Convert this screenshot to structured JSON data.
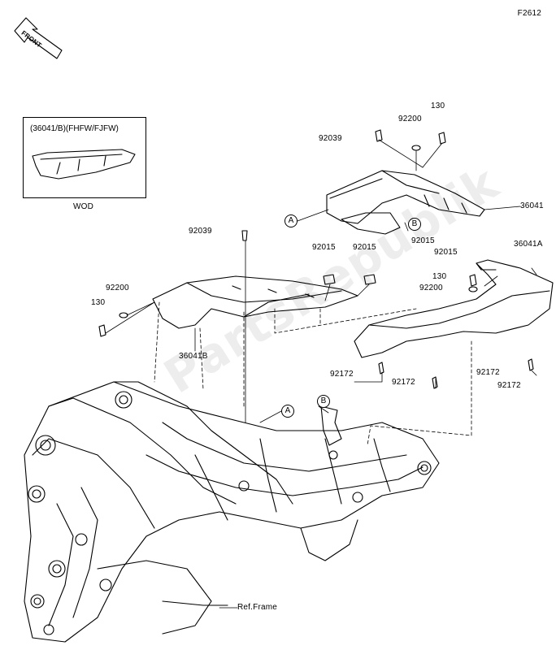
{
  "figure_code": "F2612",
  "front_badge": "FRONT",
  "inset": {
    "title": "(36041/B)(FHFW/FJFW)",
    "footer": "WOD"
  },
  "watermark": "PartsRepublik",
  "callouts": {
    "a1": "A",
    "a2": "A",
    "b1": "B",
    "b2": "B"
  },
  "labels": {
    "p130_top": "130",
    "p92200_top": "92200",
    "p92039_top": "92039",
    "p36041": "36041",
    "p92015_r1": "92015",
    "p92015_r2": "92015",
    "p92039_mid": "92039",
    "p92015_m1": "92015",
    "p92015_m2": "92015",
    "p36041A": "36041A",
    "p92200_left": "92200",
    "p130_left": "130",
    "p130_right": "130",
    "p92200_right": "92200",
    "p36041B": "36041B",
    "p92172_1": "92172",
    "p92172_2": "92172",
    "p92172_3": "92172",
    "p92172_4": "92172",
    "ref_frame": "Ref.Frame"
  }
}
